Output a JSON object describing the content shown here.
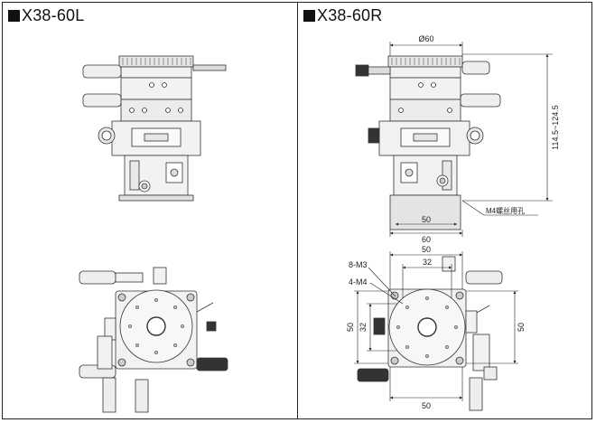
{
  "panels": {
    "left": {
      "title": "X38-60L"
    },
    "right": {
      "title": "X38-60R"
    }
  },
  "dimensions": {
    "top_diameter": "Ø60",
    "height_range": "114.5~124.5",
    "base_inner_width": "50",
    "base_outer_width": "60",
    "mount_hole_note": "M4螺丝用孔",
    "plan_top_50": "50",
    "plan_top_32": "32",
    "plan_left_50": "50",
    "plan_left_32": "32",
    "plan_right_50": "50",
    "plan_bottom_50": "50",
    "label_8m3": "8-M3",
    "label_4m4": "4-M4"
  }
}
